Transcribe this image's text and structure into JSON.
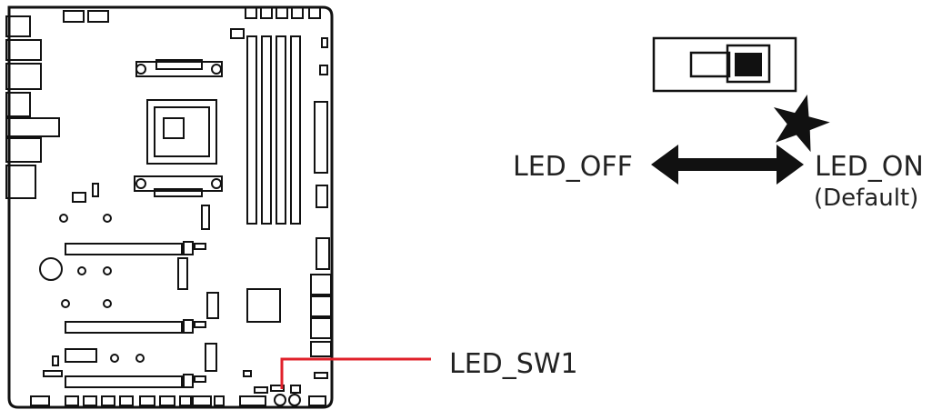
{
  "labels": {
    "switch_name": "LED_SW1",
    "left_position": "LED_OFF",
    "right_position": "LED_ON",
    "right_note": "(Default)"
  },
  "icons": {
    "default_marker": "star-icon",
    "direction": "double-arrow-icon"
  },
  "colors": {
    "stroke": "#111111",
    "callout": "#e0202a",
    "background": "#ffffff"
  }
}
